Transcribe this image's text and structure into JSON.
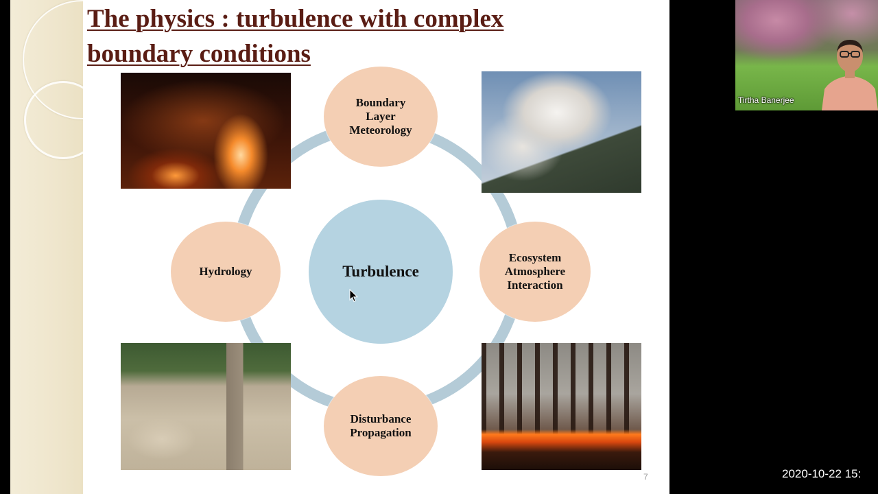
{
  "slide": {
    "title": "The physics : turbulence with complex boundary conditions",
    "page_number": "7",
    "center_label": "Turbulence",
    "bubbles": {
      "top": "Boundary\nLayer\nMeteorology",
      "left": "Hydrology",
      "right": "Ecosystem\nAtmosphere\nInteraction",
      "bottom": "Disturbance\nPropagation"
    },
    "colors": {
      "title": "#5a1d14",
      "bubble": "#f4cfb4",
      "center": "#b5d3e1",
      "ring": "#b4cbd7"
    }
  },
  "webcam": {
    "participant_name": "Tirtha Banerjee"
  },
  "overlay": {
    "timestamp": "2020-10-22 15:"
  }
}
